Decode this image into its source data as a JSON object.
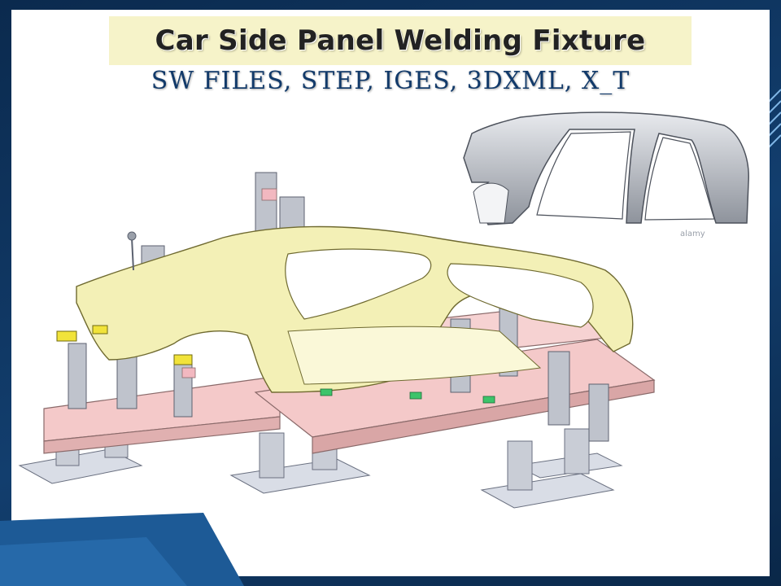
{
  "title": "Car Side Panel Welding Fixture",
  "subtitle": "SW FILES, STEP, IGES, 3DXML, X_T",
  "watermark": "alamy",
  "colors": {
    "frame": "#0c2f57",
    "title_bg": "#f6f3c9",
    "base_plate": "#f4c9c9",
    "panel_yellow": "#f3f0b6",
    "steel": "#b8b8c0"
  }
}
